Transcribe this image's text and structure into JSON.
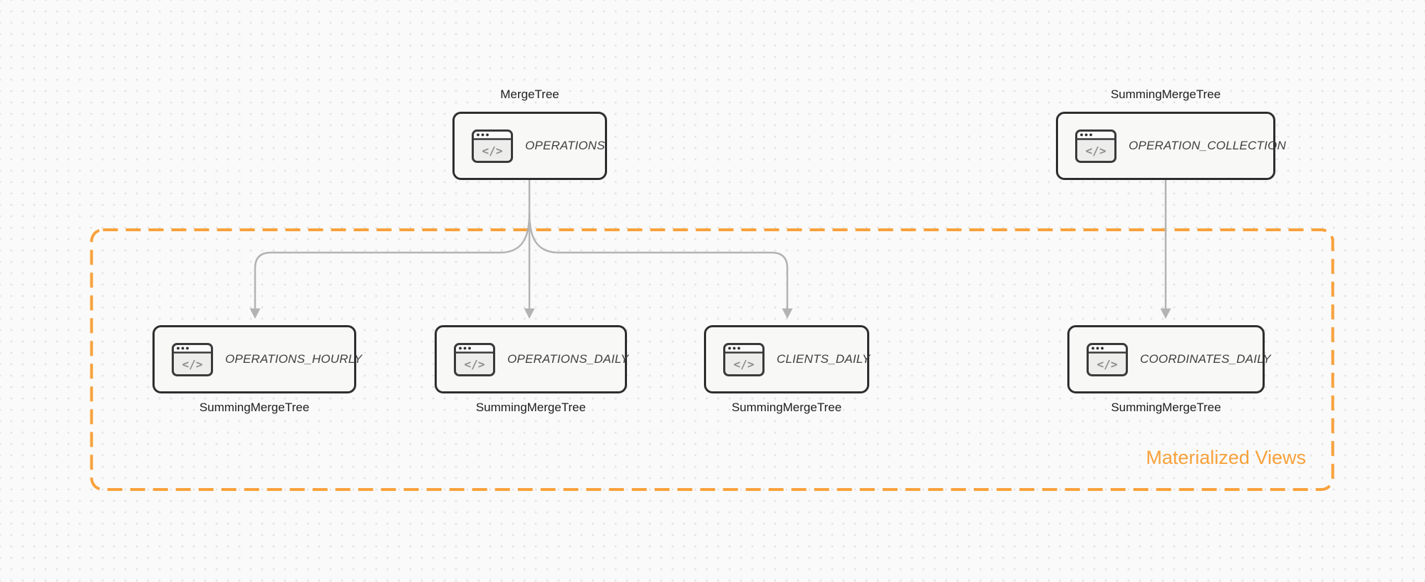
{
  "diagram": {
    "description_colors": {
      "background": "#fafafa",
      "grid_dot": "#e4e4e4",
      "node_border": "#2e2e2e",
      "node_fill": "#f8f8f7",
      "node_title_color": "#3f3f3f",
      "engine_label_color": "#1d1d1f",
      "arrow_color": "#b3b3b3",
      "accent_orange": "#f8a13b",
      "icon_glyph_color": "#8c8c8c"
    }
  },
  "node_icon": {
    "name": "code-window-icon",
    "glyph": "</>"
  },
  "nodes": [
    {
      "id": "operations",
      "title": "OPERATIONS",
      "engine": "MergeTree",
      "engine_position": "above"
    },
    {
      "id": "operation_collection",
      "title": "OPERATION_COLLECTION",
      "engine": "SummingMergeTree",
      "engine_position": "above"
    },
    {
      "id": "operations_hourly",
      "title": "OPERATIONS_HOURLY",
      "engine": "SummingMergeTree",
      "engine_position": "below"
    },
    {
      "id": "operations_daily",
      "title": "OPERATIONS_DAILY",
      "engine": "SummingMergeTree",
      "engine_position": "below"
    },
    {
      "id": "clients_daily",
      "title": "CLIENTS_DAILY",
      "engine": "SummingMergeTree",
      "engine_position": "below"
    },
    {
      "id": "coordinates_daily",
      "title": "COORDINATES_DAILY",
      "engine": "SummingMergeTree",
      "engine_position": "below"
    }
  ],
  "edges": [
    {
      "from": "OPERATIONS",
      "to": "OPERATIONS_HOURLY"
    },
    {
      "from": "OPERATIONS",
      "to": "OPERATIONS_DAILY"
    },
    {
      "from": "OPERATIONS",
      "to": "CLIENTS_DAILY"
    },
    {
      "from": "OPERATION_COLLECTION",
      "to": "COORDINATES_DAILY"
    }
  ],
  "group": {
    "label": "Materialized Views",
    "members": [
      "OPERATIONS_HOURLY",
      "OPERATIONS_DAILY",
      "CLIENTS_DAILY",
      "COORDINATES_DAILY"
    ]
  }
}
